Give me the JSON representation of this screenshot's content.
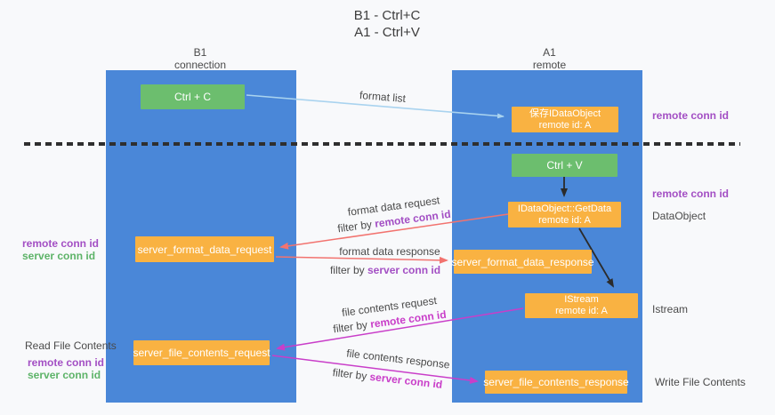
{
  "title": {
    "line1": "B1 - Ctrl+C",
    "line2": "A1 - Ctrl+V"
  },
  "shared": {
    "remote_conn_id": "remote conn id",
    "server_conn_id": "server conn id",
    "filter_by": "filter by"
  },
  "left_column": {
    "header_line1": "B1",
    "header_line2": "connection",
    "boxes": {
      "ctrl_c": "Ctrl + C",
      "format_request": "server_format_data_request",
      "file_request": "server_file_contents_request"
    },
    "annotations": {
      "read_file_contents": "Read File Contents"
    }
  },
  "right_column": {
    "header_line1": "A1",
    "header_line2": "remote",
    "boxes": {
      "save_dataobject": {
        "line1": "保存IDataObject",
        "line2": "remote id: A"
      },
      "ctrl_v": "Ctrl + V",
      "getdata": {
        "line1": "IDataObject::GetData",
        "line2": "remote id: A"
      },
      "format_response": "server_format_data_response",
      "istream": {
        "line1": "IStream",
        "line2": "remote id: A"
      },
      "file_response": "server_file_contents_response"
    },
    "annotations": {
      "dataobject": "DataObject",
      "istream": "Istream",
      "write_file_contents": "Write File Contents"
    }
  },
  "flow_labels": {
    "format_list": "format list",
    "format_data_request": "format data request",
    "format_data_response": "format data response",
    "file_contents_request": "file contents request",
    "file_contents_response": "file contents response"
  },
  "colors": {
    "column_blue": "#4a87d8",
    "box_orange": "#f9b242",
    "box_green": "#6cbe6e",
    "arrow_light_blue": "#a9d3ef",
    "arrow_red": "#f2736f",
    "arrow_magenta": "#c93ec9",
    "arrow_black": "#2b2b2b",
    "text_purple": "#a34fc4",
    "text_green": "#5db368"
  }
}
